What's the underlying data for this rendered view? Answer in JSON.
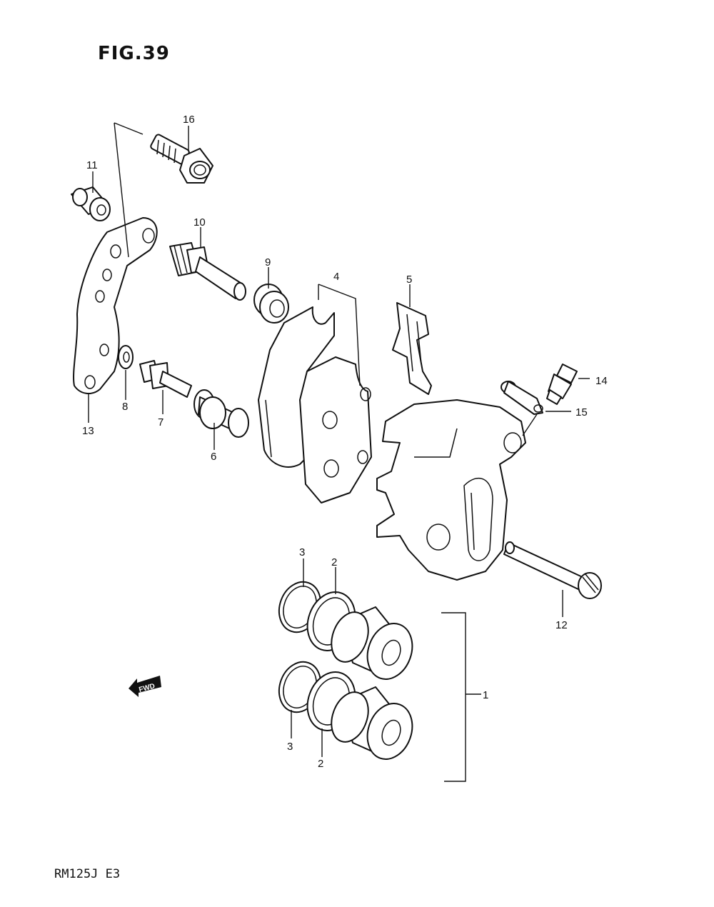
{
  "figure": {
    "title": "FIG.39"
  },
  "footer": {
    "model": "RM125J E3"
  },
  "fwd_label": "FWD",
  "callouts": {
    "p1": "1",
    "p2a": "2",
    "p2b": "2",
    "p3a": "3",
    "p3b": "3",
    "p4": "4",
    "p5": "5",
    "p6": "6",
    "p7": "7",
    "p8": "8",
    "p9": "9",
    "p10": "10",
    "p11": "11",
    "p12": "12",
    "p13": "13",
    "p14": "14",
    "p15": "15",
    "p16": "16"
  }
}
